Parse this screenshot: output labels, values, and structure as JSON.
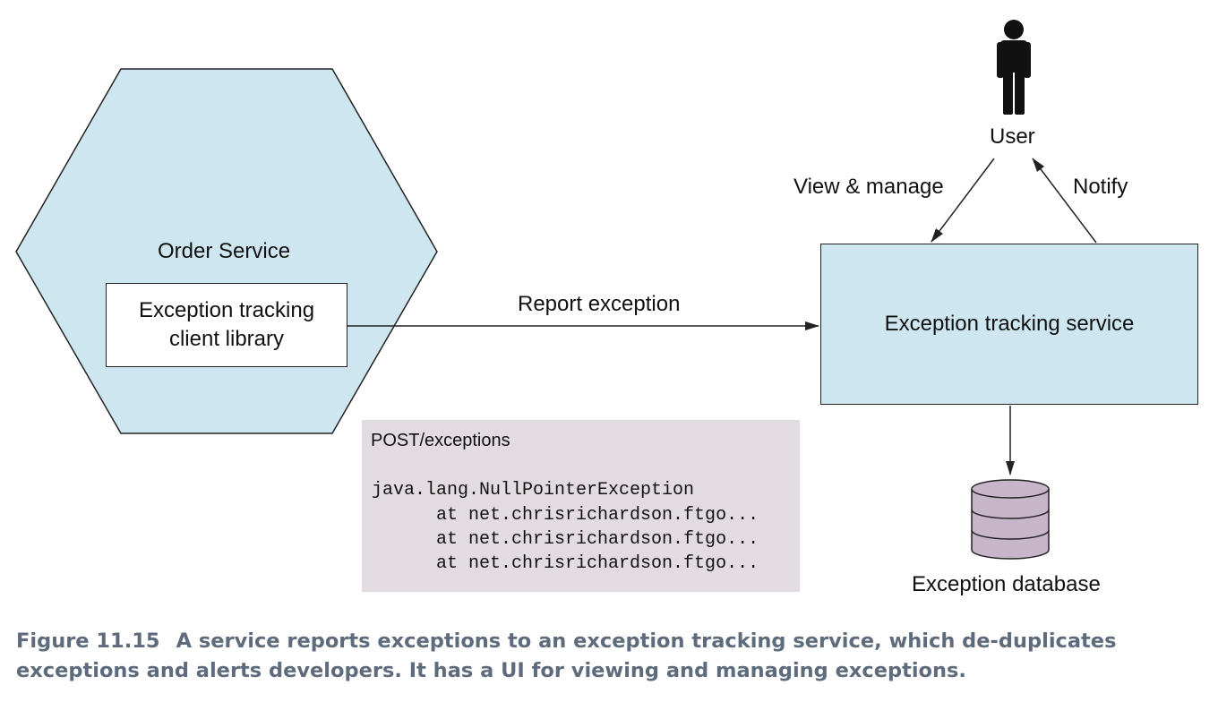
{
  "diagram": {
    "order_service": {
      "label": "Order Service"
    },
    "client_library": {
      "line1": "Exception tracking",
      "line2": "client library"
    },
    "report_arrow": {
      "label": "Report exception"
    },
    "tracking_service": {
      "label": "Exception tracking service"
    },
    "user": {
      "label": "User"
    },
    "view_arrow": {
      "label": "View & manage"
    },
    "notify_arrow": {
      "label": "Notify"
    },
    "database": {
      "label": "Exception database"
    },
    "request": {
      "title": "POST/exceptions",
      "lines": [
        "java.lang.NullPointerException",
        "      at net.chrisrichardson.ftgo...",
        "      at net.chrisrichardson.ftgo...",
        "      at net.chrisrichardson.ftgo..."
      ]
    }
  },
  "caption": {
    "figure_number": "Figure 11.15",
    "text": "A service reports exceptions to an exception tracking service, which de-duplicates exceptions and alerts developers. It has a UI for viewing and managing exceptions."
  },
  "colors": {
    "hexagon_fill": "#cde6ef",
    "service_fill": "#cde6ef",
    "code_fill": "#e3dbe2",
    "database_fill": "#c7b5c8",
    "caption_color": "#5e6b7d"
  }
}
